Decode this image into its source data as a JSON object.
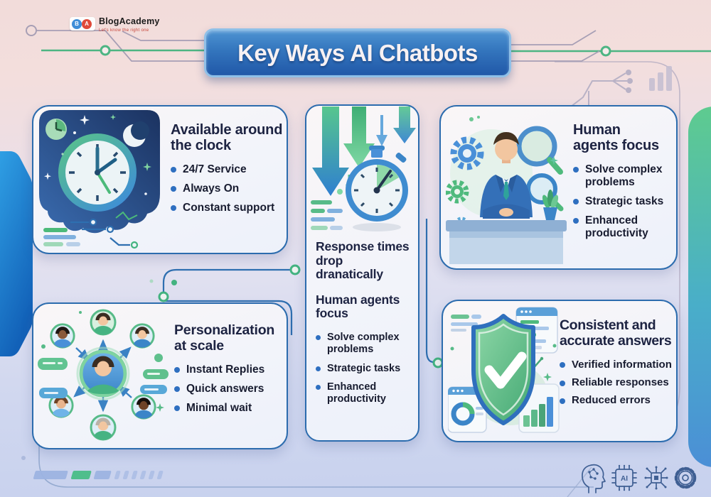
{
  "brand": {
    "name": "BlogAcademy",
    "tagline": "Let's know the right one",
    "logo_letters": [
      "B",
      "A"
    ]
  },
  "title": "Key Ways AI Chatbots",
  "cards": [
    {
      "id": "available-around-clock",
      "heading": "Available around the clock",
      "bullets": [
        "24/7 Service",
        "Always On",
        "Constant support"
      ],
      "illustration": "night-clock-moon-stars"
    },
    {
      "id": "response-times",
      "heading_1": "Response times drop dranatically",
      "heading_2": "Human agents focus",
      "bullets": [
        "Solve complex problems",
        "Strategic tasks",
        "Enhanced productivity"
      ],
      "illustration": "falling-arrows-stopwatch"
    },
    {
      "id": "human-agents-focus",
      "heading": "Human agents focus",
      "bullets": [
        "Solve complex problems",
        "Strategic tasks",
        "Enhanced productivity"
      ],
      "illustration": "agent-at-desk-gears-magnifiers"
    },
    {
      "id": "personalization-at-scale",
      "heading": "Personalization at scale",
      "bullets": [
        "Instant Replies",
        "Quick answers",
        "Minimal wait"
      ],
      "illustration": "avatar-network"
    },
    {
      "id": "consistent-accurate",
      "heading": "Consistent and accurate answers",
      "bullets": [
        "Verified information",
        "Reliable responses",
        "Reduced errors"
      ],
      "illustration": "shield-checkmark-charts"
    }
  ],
  "footer": {
    "chip_label": "AI",
    "icons": [
      "ai-head-icon",
      "ai-chip-icon",
      "circuit-node-icon",
      "gear-icon"
    ]
  },
  "colors": {
    "accent_blue": "#2e6fc0",
    "accent_green": "#43b380",
    "card_border": "#2c6cae",
    "title_gradient_top": "#4e93d2",
    "title_gradient_bottom": "#2158a8",
    "night_navy": "#1d3766",
    "background_top_pink": "#f2dcda",
    "background_bottom_lavender": "#c7d1ee"
  }
}
